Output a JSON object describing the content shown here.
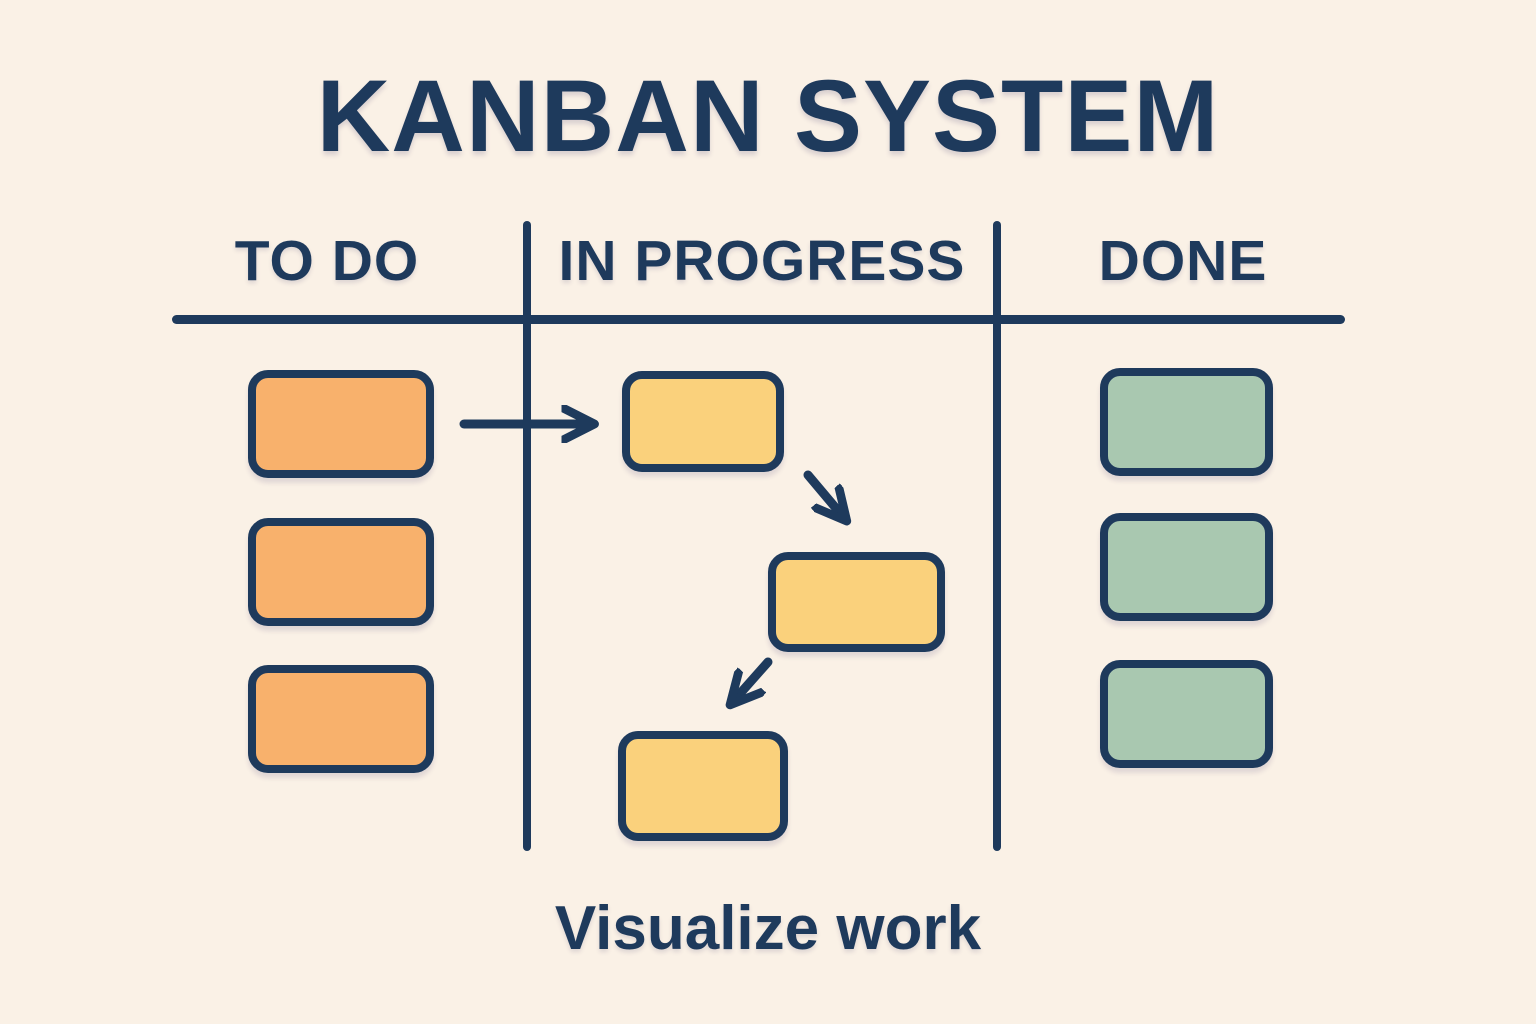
{
  "colors": {
    "bg": "#FAF1E6",
    "ink": "#1E3A5C"
  },
  "title": "KANBAN SYSTEM",
  "caption": "Visualize work",
  "board": {
    "columns": [
      {
        "label": "TO DO",
        "card_color": "#F8B16C",
        "card_count": 3
      },
      {
        "label": "IN PROGRESS",
        "card_color": "#FAD17C",
        "card_count": 3
      },
      {
        "label": "DONE",
        "card_color": "#A9C8B0",
        "card_count": 3
      }
    ],
    "arrows": [
      {
        "name": "todo-to-inprogress",
        "direction": "right"
      },
      {
        "name": "inprogress-step-1",
        "direction": "down-right"
      },
      {
        "name": "inprogress-step-2",
        "direction": "down-left"
      }
    ]
  }
}
